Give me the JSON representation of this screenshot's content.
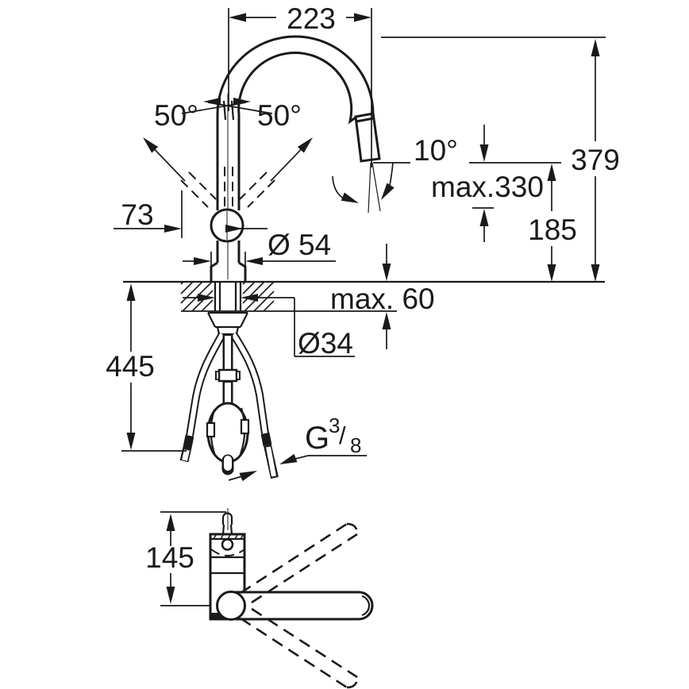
{
  "drawing": {
    "type": "faucet-installation-dimension-drawing",
    "views": [
      "side-elevation",
      "plan-view"
    ],
    "colors": {
      "line": "#1a1a1a",
      "background": "#ffffff"
    }
  },
  "dims": {
    "projection": "223",
    "swivel_left": "50°",
    "swivel_right": "50°",
    "spray_angle": "10°",
    "pullout_max": "max.330",
    "total_height": "379",
    "outlet_height": "185",
    "handle_offset": "73",
    "body_diameter": "Ø 54",
    "deck_thickness": "max. 60",
    "hole_diameter": "Ø34",
    "hose_length": "445",
    "lever_height": "145",
    "thread": {
      "g": "G",
      "num": "3",
      "slash": "/",
      "den": "8"
    }
  }
}
